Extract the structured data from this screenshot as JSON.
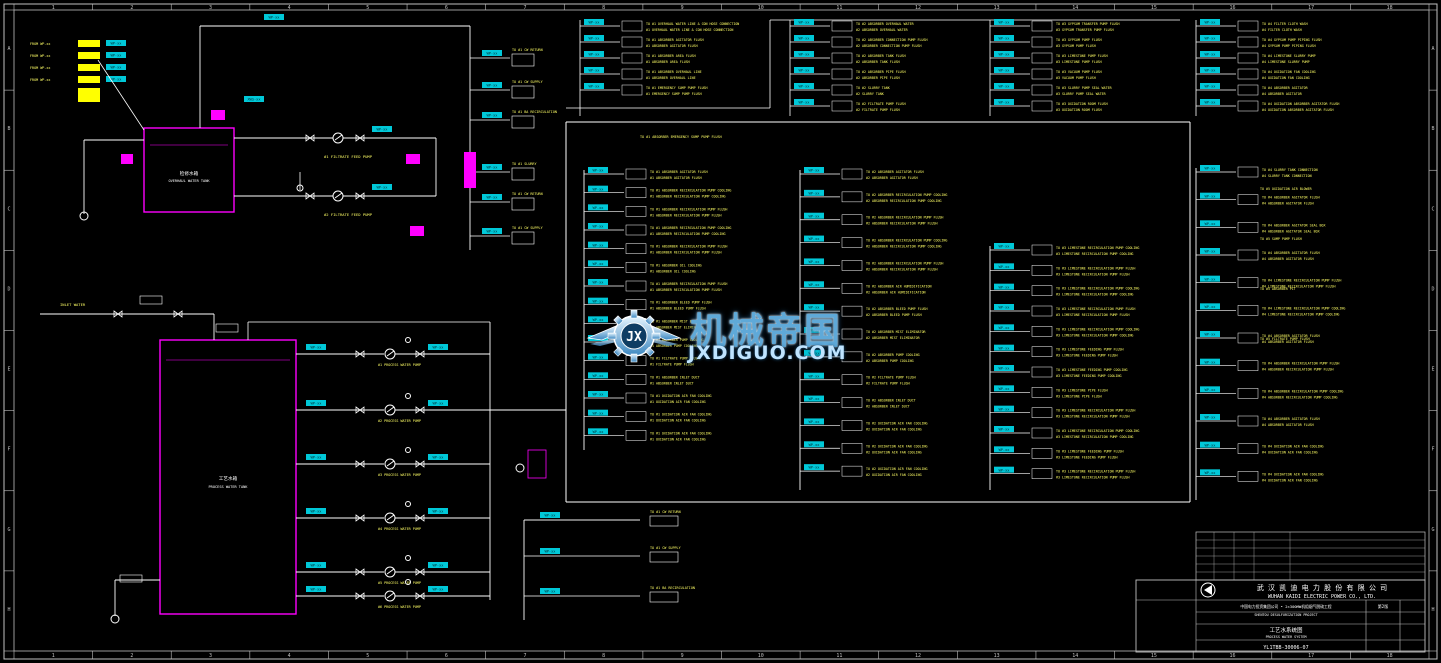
{
  "diagram": {
    "tanks": [
      {
        "id": "t1",
        "label_cn": "检修水箱",
        "label_en": "OVERHAUL WATER TANK"
      },
      {
        "id": "t2",
        "label_cn": "工艺水箱",
        "label_en": "PROCESS WATER TANK"
      }
    ],
    "pump_labels": {
      "p1": "#1 FILTRATE FEED PUMP",
      "p2": "#2 FILTRATE FEED PUMP",
      "pw": [
        "#1 PROCESS WATER PUMP",
        "#2 PROCESS WATER PUMP",
        "#3 PROCESS WATER PUMP",
        "#4 PROCESS WATER PUMP",
        "#5 PROCESS WATER PUMP",
        "#6 PROCESS WATER PUMP"
      ]
    },
    "inlet_label": "INLET WATER",
    "branch_groups": [
      {
        "id": "g1",
        "items": [
          "TO #1 ABSORBER AGITATOR FLUSH",
          "TO #1 ABSORBER RECIRCULATION PUMP COOLING",
          "TO #1 ABSORBER RECIRCULATION PUMP FLUSH",
          "TO #1 ABSORBER RECIRCULATION PUMP COOLING",
          "TO #1 ABSORBER RECIRCULATION PUMP FLUSH",
          "TO #1 ABSORBER OIL COOLING",
          "TO #1 ABSORBER RECIRCULATION PUMP FLUSH",
          "TO #1 ABSORBER BLEED PUMP FLUSH",
          "TO #1 ABSORBER MIST ELIMINATOR",
          "TO #1 ABSORBER PUMP COOLING",
          "TO #1 FILTRATE PUMP FLUSH",
          "TO #1 ABSORBER INLET DUCT",
          "TO #1 OXIDATION AIR FAN COOLING",
          "TO #1 OXIDATION AIR FAN COOLING",
          "TO #1 OXIDATION AIR FAN COOLING"
        ]
      },
      {
        "id": "g2",
        "items": [
          "TO #2 ABSORBER AGITATOR FLUSH",
          "TO #2 ABSORBER RECIRCULATION PUMP COOLING",
          "TO #2 ABSORBER RECIRCULATION PUMP FLUSH",
          "TO #2 ABSORBER RECIRCULATION PUMP COOLING",
          "TO #2 ABSORBER RECIRCULATION PUMP FLUSH",
          "TO #2 ABSORBER AIR HUMIDIFICATION",
          "TO #2 ABSORBER BLEED PUMP FLUSH",
          "TO #2 ABSORBER MIST ELIMINATOR",
          "TO #2 ABSORBER PUMP COOLING",
          "TO #2 FILTRATE PUMP FLUSH",
          "TO #2 ABSORBER INLET DUCT",
          "TO #2 OXIDATION AIR FAN COOLING",
          "TO #2 OXIDATION AIR FAN COOLING",
          "TO #2 OXIDATION AIR FAN COOLING"
        ]
      },
      {
        "id": "g3",
        "items": [
          "TO #3 LIMESTONE RECIRCULATION PUMP COOLING",
          "TO #3 LIMESTONE RECIRCULATION PUMP FLUSH",
          "TO #3 LIMESTONE RECIRCULATION PUMP COOLING",
          "TO #3 LIMESTONE RECIRCULATION PUMP FLUSH",
          "TO #3 LIMESTONE RECIRCULATION PUMP COOLING",
          "TO #3 LIMESTONE FEEDING PUMP FLUSH",
          "TO #3 LIMESTONE FEEDING PUMP COOLING",
          "TO #3 LIMESTONE PIPE FLUSH",
          "TO #3 LIMESTONE RECIRCULATION PUMP FLUSH",
          "TO #3 LIMESTONE RECIRCULATION PUMP COOLING",
          "TO #3 LIMESTONE FEEDING PUMP FLUSH",
          "TO #3 LIMESTONE RECIRCULATION PUMP FLUSH"
        ]
      },
      {
        "id": "g4",
        "items": [
          "TO #4 SLURRY TANK CONNECTION",
          "TO #4 ABSORBER AGITATOR FLUSH",
          "TO #4 ABSORBER AGITATOR SEAL BOX",
          "TO #4 ABSORBER AGITATOR FLUSH",
          "TO #4 LIMESTONE RECIRCULATION PUMP FLUSH",
          "TO #4 LIMESTONE RECIRCULATION PUMP COOLING",
          "TO #4 ABSORBER AGITATOR FLUSH",
          "TO #4 ABSORBER RECIRCULATION PUMP FLUSH",
          "TO #4 ABSORBER RECIRCULATION PUMP COOLING",
          "TO #4 ABSORBER AGITATOR FLUSH",
          "TO #4 OXIDATION AIR FAN COOLING",
          "TO #4 OXIDATION AIR FAN COOLING"
        ]
      },
      {
        "id": "g5",
        "items": [
          "TO #5 OXIDATION AIR BLOWER",
          "TO #5 SUMP PUMP FLUSH",
          "TO #5 ABSORBER PIT",
          "TO #5 FILTRATE PUMP FLUSH"
        ]
      }
    ],
    "top_groups": [
      {
        "id": "u1",
        "items": [
          "TO #1 OVERHAUL WATER LINE & CON HOSE CONNECTION",
          "TO #1 ABSORBER AGITATOR FLUSH",
          "TO #1 ABSORBER AREA FLUSH",
          "TO #1 ABSORBER OVERHAUL LINE",
          "TO #1 EMERGENCY SUMP PUMP FLUSH"
        ]
      },
      {
        "id": "u2",
        "items": [
          "TO #2 ABSORBER OVERHAUL WATER",
          "TO #2 ABSORBER CONNECTION PUMP FLUSH",
          "TO #2 ABSORBER TANK FLUSH",
          "TO #2 ABSORBER PIPE FLUSH",
          "TO #2 SLURRY TANK",
          "TO #2 FILTRATE PUMP FLUSH"
        ]
      },
      {
        "id": "u3",
        "items": [
          "TO #3 GYPSUM TRANSFER PUMP FLUSH",
          "TO #3 GYPSUM PUMP FLUSH",
          "TO #3 LIMESTONE PUMP FLUSH",
          "TO #3 VACUUM PUMP FLUSH",
          "TO #3 SLURRY PUMP SEAL WATER",
          "TO #3 OXIDATION ROOM FLUSH"
        ]
      },
      {
        "id": "u4",
        "items": [
          "TO #4 FILTER CLOTH WASH",
          "TO #4 GYPSUM PUMP PIPING FLUSH",
          "TO #4 LIMESTONE SLURRY PUMP",
          "TO #4 OXIDATION FAN COOLING",
          "TO #4 ABSORBER AGITATOR",
          "TO #4 OXIDATION ABSORBER AGITATOR FLUSH"
        ]
      }
    ],
    "top_flush": "TO #1 ABSORBER EMERGENCY SUMP PUMP FLUSH",
    "aux_groups": [
      {
        "id": "a1",
        "items": [
          "TO #1 CW RETURN",
          "TO #1 CW SUPPLY",
          "TO #1 BA RECIRCULATION",
          "TO #1 SLURRY"
        ]
      }
    ],
    "tags": {
      "pipe": "WP-xx",
      "valve": "XWS-xx"
    }
  },
  "title_block": {
    "company_cn": "武 汉 凯 迪 电 力 股 份 有 限 公 司",
    "company_en": "WUHAN KAIDI ELECTRIC POWER CO., LTD.",
    "project_cn": "中国电力投资集团公司 • 2×300MW机组烟气脱硫工程",
    "project_en": "SHENTOU DESULFURIZATION PROJECT",
    "phase": "第2版",
    "drawing_title_cn": "工艺水系统图",
    "drawing_title_en": "PROCESS WATER SYSTEM",
    "drawing_no": "YL1TBB-30006-07"
  },
  "watermark": {
    "title": "机械帝国",
    "subtitle": "JXDIGUO.COM"
  },
  "colors": {
    "pipe": "#ffffff",
    "tank": "#ff00ff",
    "tag": "#00c8d8",
    "text": "#ffff66",
    "valve": "#ffffff",
    "frame": "#c0c0c0"
  }
}
